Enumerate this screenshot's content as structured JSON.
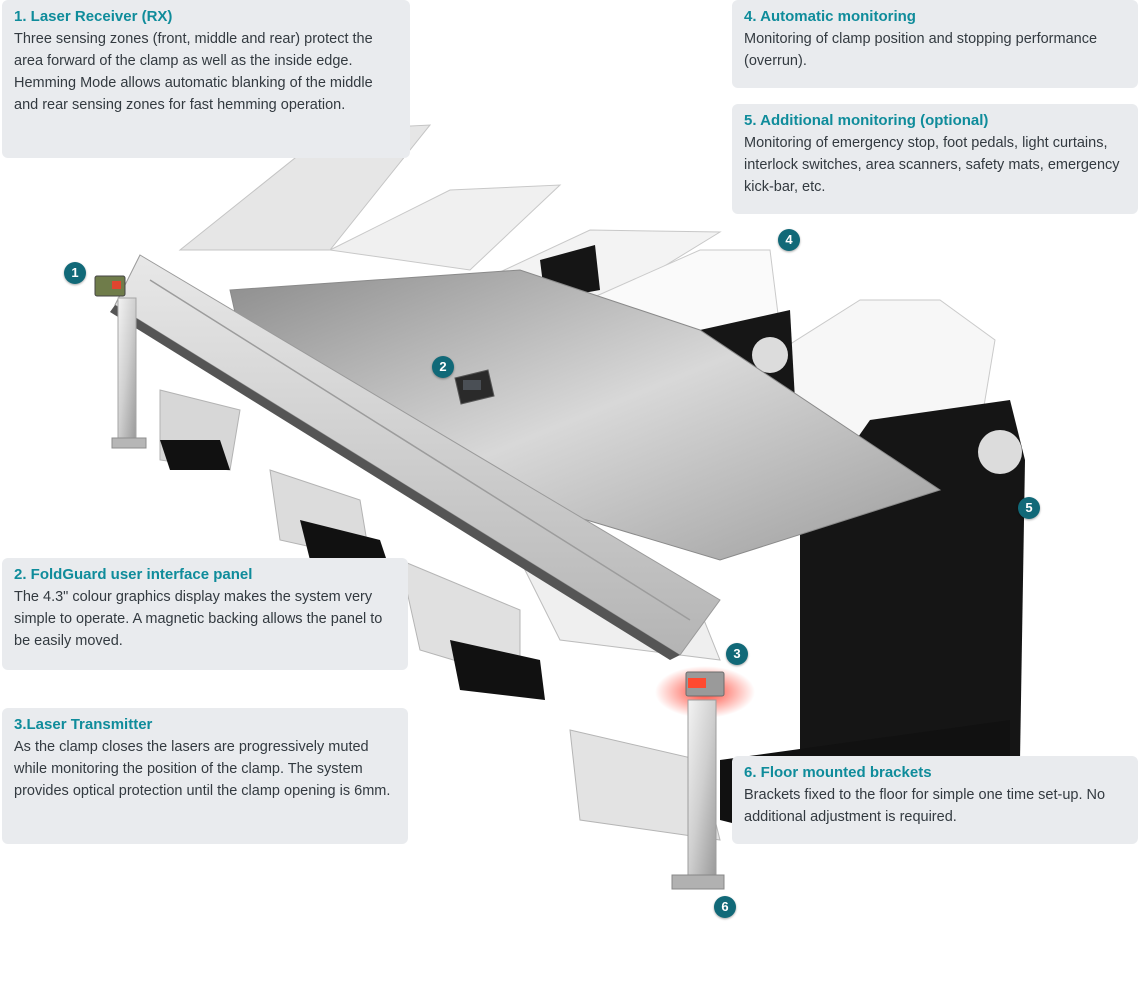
{
  "callouts": [
    {
      "title": "1. Laser Receiver (RX)",
      "body": "Three sensing zones (front, middle and rear) protect the area forward of the clamp as well as the inside edge. Hemming Mode allows automatic blanking of the middle and rear sensing zones for fast hemming operation."
    },
    {
      "title": "2. FoldGuard user interface panel",
      "body": "The 4.3\" colour graphics display makes the system very simple to operate. A magnetic backing allows the panel to be easily moved."
    },
    {
      "title": "3.Laser Transmitter",
      "body": "As the clamp closes the lasers are progressively muted while monitoring the position of the clamp. The system provides optical protection until the clamp opening is 6mm."
    },
    {
      "title": "4. Automatic monitoring",
      "body": "Monitoring of clamp position and stopping performance (overrun)."
    },
    {
      "title": "5. Additional monitoring (optional)",
      "body": "Monitoring of emergency stop, foot pedals, light curtains, interlock switches, area scanners, safety mats, emergency kick-bar, etc."
    },
    {
      "title": "6. Floor mounted brackets",
      "body": "Brackets fixed to the floor for simple one time set-up. No additional adjustment is required."
    }
  ],
  "markers": [
    "1",
    "2",
    "3",
    "4",
    "5",
    "6"
  ],
  "colors": {
    "accent": "#0f8c9b",
    "marker": "#116978",
    "panel": "#e9ebee"
  }
}
